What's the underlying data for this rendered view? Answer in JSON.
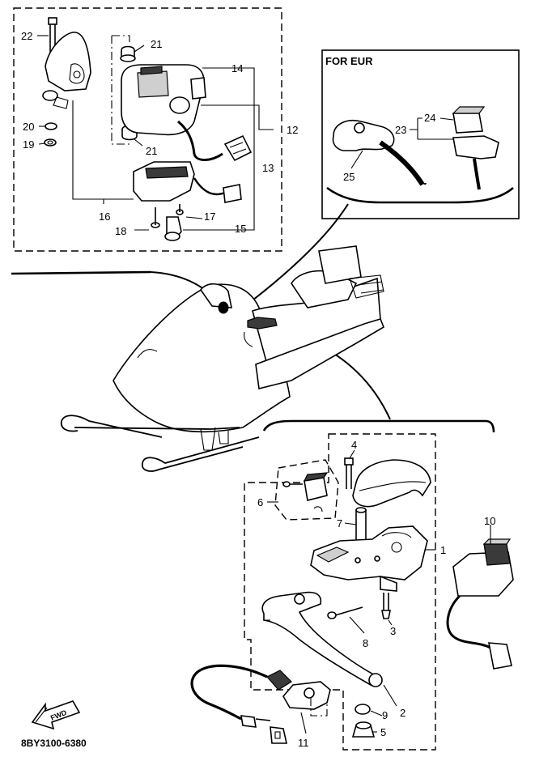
{
  "callouts": {
    "c1": "1",
    "c2": "2",
    "c3": "3",
    "c4": "4",
    "c5": "5",
    "c6": "6",
    "c7": "7",
    "c8": "8",
    "c9": "9",
    "c10": "10",
    "c11": "11",
    "c12": "12",
    "c13": "13",
    "c14": "14",
    "c15": "15",
    "c16": "16",
    "c17": "17",
    "c18": "18",
    "c19": "19",
    "c20": "20",
    "c21a": "21",
    "c21b": "21",
    "c22": "22",
    "c23": "23",
    "c24": "24",
    "c25": "25"
  },
  "eur_box": {
    "title": "FOR EUR"
  },
  "fwd_badge": {
    "label": "FWD"
  },
  "footer": {
    "code": "8BY3100-6380"
  }
}
